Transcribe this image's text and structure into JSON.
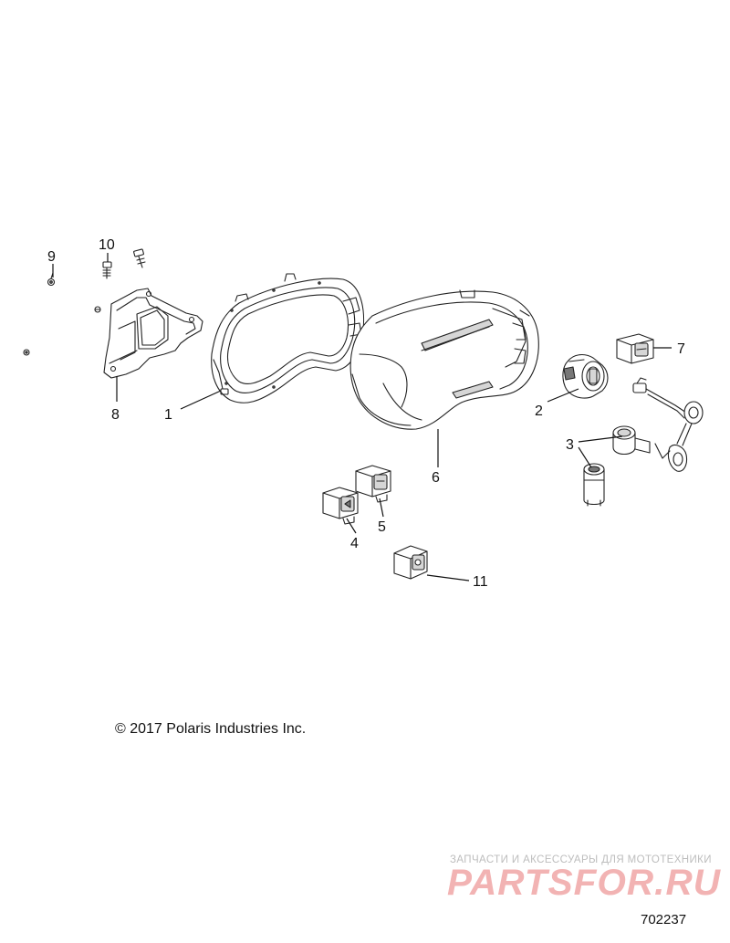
{
  "copyright": "© 2017 Polaris Industries Inc.",
  "drawing_number": "702237",
  "watermark": {
    "tagline": "ЗАПЧАСТИ И АКСЕССУАРЫ ДЛЯ МОТОТЕХНИКИ",
    "logo": "PARTSFOR.RU"
  },
  "callouts": {
    "c1": "1",
    "c2": "2",
    "c3": "3",
    "c4": "4",
    "c5": "5",
    "c6": "6",
    "c7": "7",
    "c8": "8",
    "c9": "9",
    "c10": "10",
    "c11": "11"
  },
  "colors": {
    "line": "#222222",
    "watermark_logo": "#f2b3b3",
    "watermark_tag": "#bdbdbd"
  }
}
